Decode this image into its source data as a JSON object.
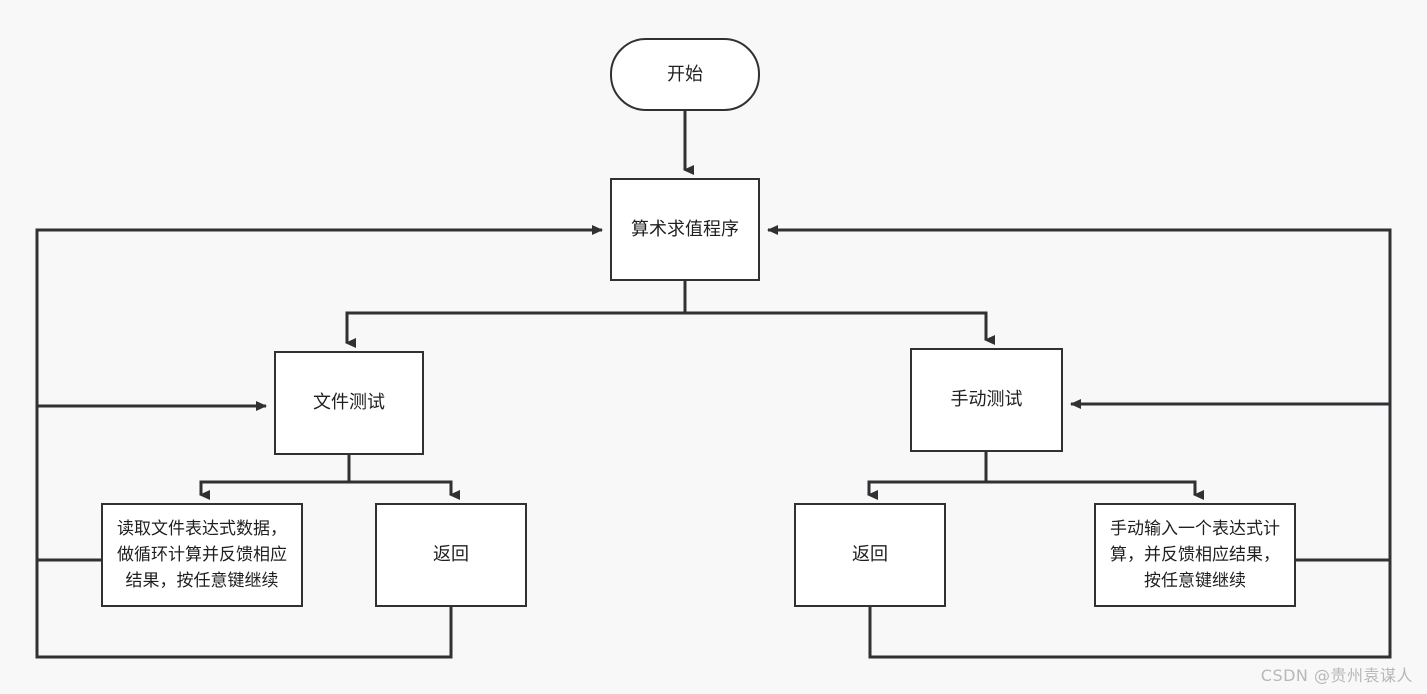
{
  "diagram": {
    "title_node": "开始",
    "nodes": [
      {
        "id": "start",
        "label": "开始",
        "shape": "terminal"
      },
      {
        "id": "main",
        "label": "算术求值程序",
        "shape": "process"
      },
      {
        "id": "file",
        "label": "文件测试",
        "shape": "process"
      },
      {
        "id": "manual",
        "label": "手动测试",
        "shape": "process"
      },
      {
        "id": "readfile",
        "label": "读取文件表达式数据，做循环计算并反馈相应结果，按任意键继续",
        "shape": "process"
      },
      {
        "id": "retleft",
        "label": "返回",
        "shape": "process"
      },
      {
        "id": "retright",
        "label": "返回",
        "shape": "process"
      },
      {
        "id": "input",
        "label": "手动输入一个表达式计算，并反馈相应结果，按任意键继续",
        "shape": "process"
      }
    ],
    "edges": [
      {
        "from": "start",
        "to": "main",
        "arrow": "down"
      },
      {
        "from": "main",
        "to": "file",
        "arrow": "down"
      },
      {
        "from": "main",
        "to": "manual",
        "arrow": "down"
      },
      {
        "from": "file",
        "to": "readfile",
        "arrow": "down"
      },
      {
        "from": "file",
        "to": "retleft",
        "arrow": "down"
      },
      {
        "from": "manual",
        "to": "retright",
        "arrow": "down"
      },
      {
        "from": "manual",
        "to": "input",
        "arrow": "down"
      },
      {
        "from": "readfile",
        "to": "file",
        "arrow": "right"
      },
      {
        "from": "retleft",
        "to": "main",
        "arrow": "right"
      },
      {
        "from": "input",
        "to": "manual",
        "arrow": "left"
      },
      {
        "from": "retright",
        "to": "main",
        "arrow": "left"
      }
    ],
    "colors": {
      "background": "#f8f8f8",
      "node_fill": "#ffffff",
      "stroke": "#2f3133",
      "text": "#1f1f1f",
      "watermark": "#b6b8ba"
    }
  },
  "watermark": {
    "text": "CSDN @贵州袁谋人"
  }
}
